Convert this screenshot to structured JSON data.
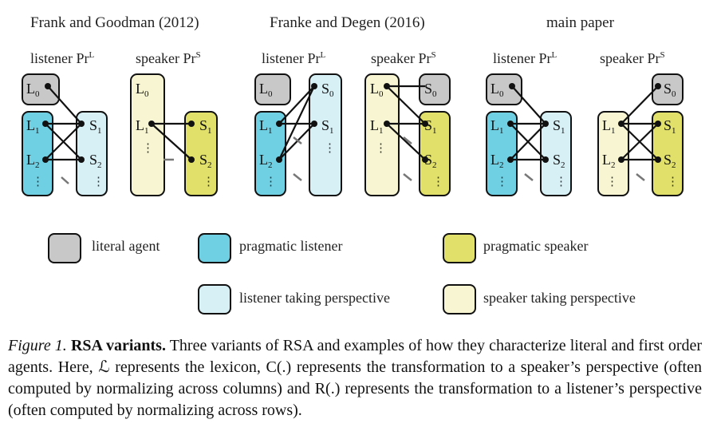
{
  "panels": [
    {
      "title": "Frank and Goodman (2012)",
      "listener_label": "listener Pr",
      "listener_sup": "L",
      "speaker_label": "speaker Pr",
      "speaker_sup": "S"
    },
    {
      "title": "Franke and Degen (2016)",
      "listener_label": "listener Pr",
      "listener_sup": "L",
      "speaker_label": "speaker Pr",
      "speaker_sup": "S"
    },
    {
      "title": "main paper",
      "listener_label": "listener Pr",
      "listener_sup": "L",
      "speaker_label": "speaker Pr",
      "speaker_sup": "S"
    }
  ],
  "nodes": {
    "L0": "L0",
    "L1": "L1",
    "L2": "L2",
    "S0": "S0",
    "S1": "S1",
    "S2": "S2",
    "ellipsis": "⋮"
  },
  "legend": {
    "literal_agent": "literal agent",
    "pragmatic_listener": "pragmatic listener",
    "pragmatic_speaker": "pragmatic speaker",
    "listener_perspective": "listener taking perspective",
    "speaker_perspective": "speaker taking perspective"
  },
  "colors": {
    "literal": "#c8c8c8",
    "pragmatic_listener": "#6fcfe3",
    "listener_perspective": "#d7f0f6",
    "pragmatic_speaker": "#e0e06a",
    "speaker_perspective": "#f7f5d2"
  },
  "caption": {
    "fig_label": "Figure 1.",
    "bold_title": "RSA variants.",
    "body": "Three variants of RSA and examples of how they characterize literal and first order agents. Here, ℒ represents the lexicon, C(.) represents the transformation to a speaker’s perspective (often computed by normalizing across columns) and R(.) represents the transformation to a listener’s perspective (often computed by normalizing across rows)."
  }
}
